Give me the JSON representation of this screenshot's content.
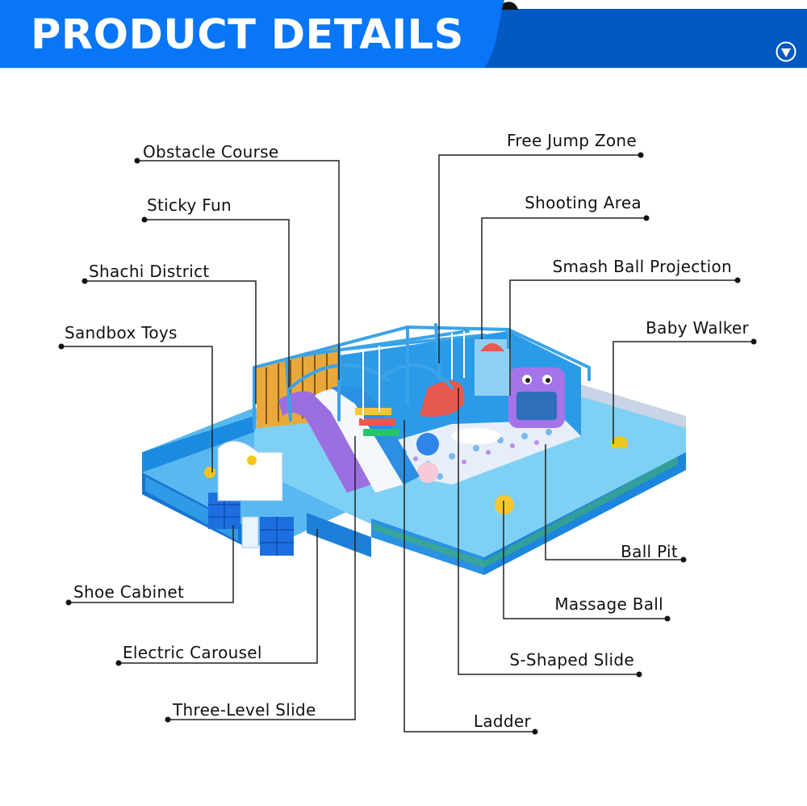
{
  "header": {
    "title": "PRODUCT DETAILS",
    "scroll_down_icon": "circle-down-triangle-icon",
    "colors": {
      "primary_blue": "#0876f6",
      "dark_blue": "#0358c2",
      "text": "#ffffff"
    }
  },
  "product": {
    "description": "Indoor soft playground with ocean theme",
    "colors": {
      "frame_blue": "#3aa3e8",
      "wall_blue": "#1b8be0",
      "purple": "#9b6fe0",
      "red_slide": "#e85a4f"
    }
  },
  "callouts": {
    "left": [
      {
        "id": "obstacle-course",
        "label": "Obstacle Course"
      },
      {
        "id": "sticky-fun",
        "label": "Sticky Fun"
      },
      {
        "id": "shachi-district",
        "label": "Shachi District"
      },
      {
        "id": "sandbox-toys",
        "label": "Sandbox Toys"
      },
      {
        "id": "shoe-cabinet",
        "label": "Shoe Cabinet"
      },
      {
        "id": "electric-carousel",
        "label": "Electric Carousel"
      },
      {
        "id": "three-level-slide",
        "label": "Three-Level Slide"
      }
    ],
    "right": [
      {
        "id": "free-jump-zone",
        "label": "Free Jump Zone"
      },
      {
        "id": "shooting-area",
        "label": "Shooting Area"
      },
      {
        "id": "smash-ball-projection",
        "label": "Smash Ball Projection"
      },
      {
        "id": "baby-walker",
        "label": "Baby Walker"
      },
      {
        "id": "ball-pit",
        "label": "Ball Pit"
      },
      {
        "id": "massage-ball",
        "label": "Massage Ball"
      },
      {
        "id": "s-shaped-slide",
        "label": "S-Shaped Slide"
      },
      {
        "id": "ladder",
        "label": "Ladder"
      }
    ]
  }
}
